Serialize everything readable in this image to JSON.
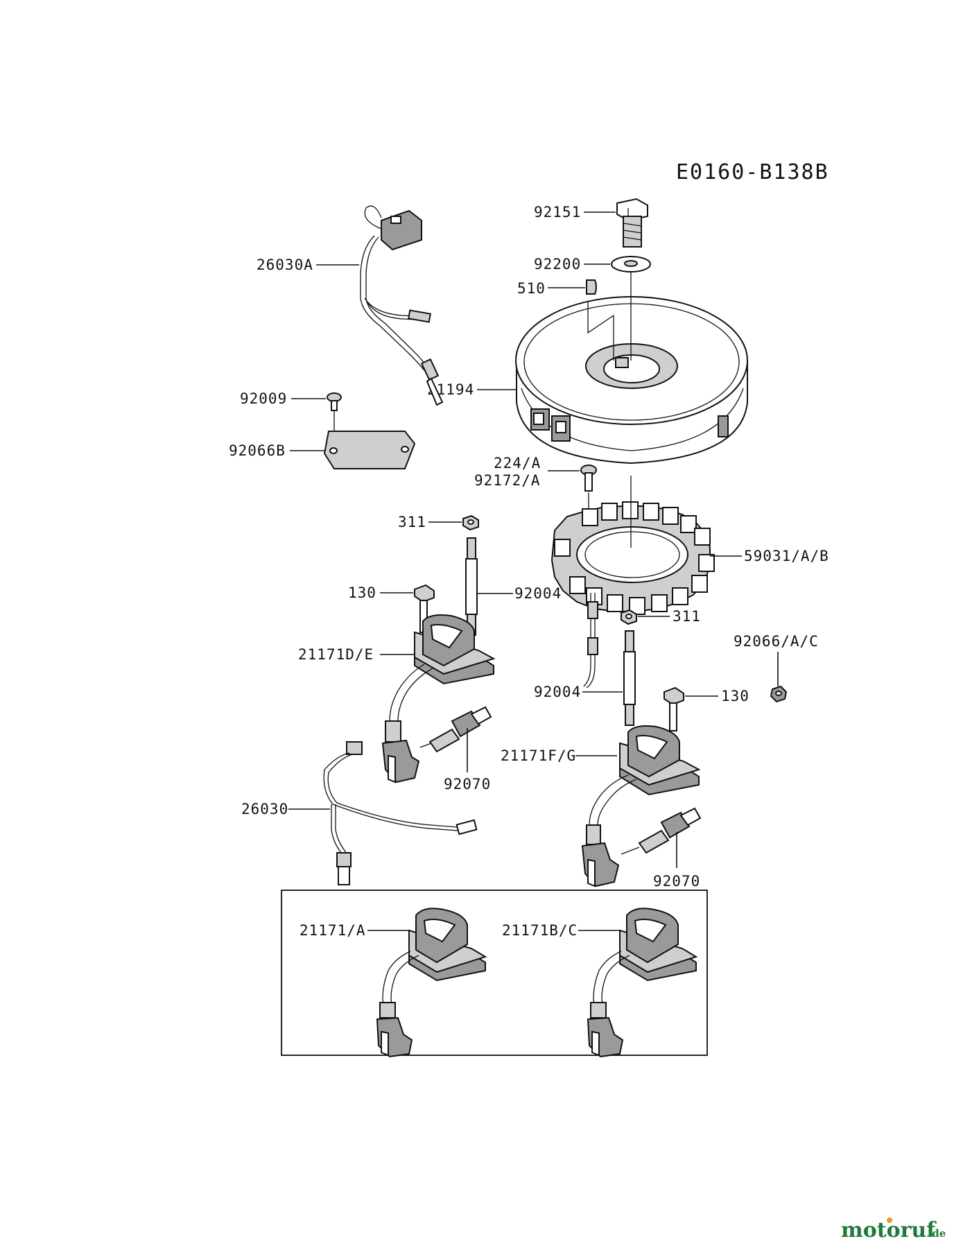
{
  "diagram_code": "E0160-B138B",
  "labels": {
    "l92151": "92151",
    "l92200": "92200",
    "l510": "510",
    "l26030A": "26030A",
    "l21194": "21194",
    "l92009": "92009",
    "l92066B": "92066B",
    "l224A": "224/A",
    "l92172A": "92172/A",
    "l311a": "311",
    "l59031": "59031/A/B",
    "l130a": "130",
    "l92004a": "92004",
    "l311b": "311",
    "l21171DE": "21171D/E",
    "l92066AC": "92066/A/C",
    "l92004b": "92004",
    "l130b": "130",
    "l21171FG": "21171F/G",
    "l92070a": "92070",
    "l26030": "26030",
    "l92070b": "92070",
    "l21171A": "21171/A",
    "l21171BC": "21171B/C"
  },
  "watermark": {
    "brand": "motoruf",
    "suffix": ".de",
    "colors": {
      "brand": "#1f7a3a",
      "accent": "#e0a020"
    }
  }
}
